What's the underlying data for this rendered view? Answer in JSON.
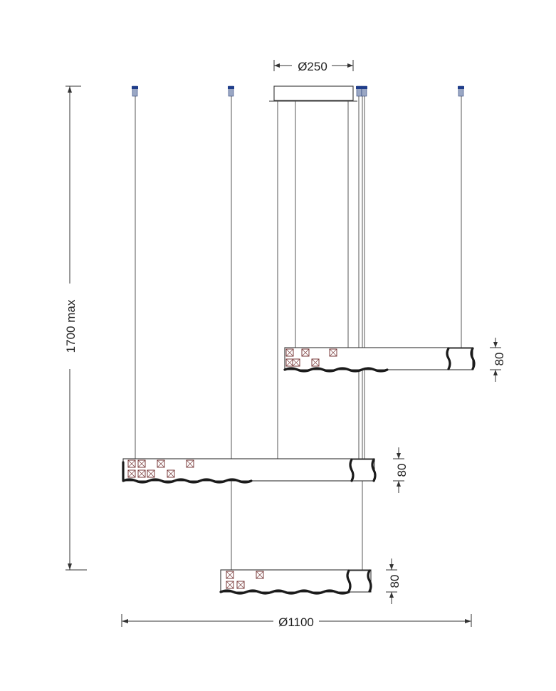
{
  "dimensions": {
    "canopy_diameter": "Ø250",
    "total_diameter": "Ø1100",
    "max_height": "1700 max",
    "ring_height_top": "80",
    "ring_height_middle": "80",
    "ring_height_bottom": "80"
  },
  "colors": {
    "line": "#333333",
    "crystal": "#7a3b3b",
    "ceiling_clip": "#1f3d8a"
  }
}
